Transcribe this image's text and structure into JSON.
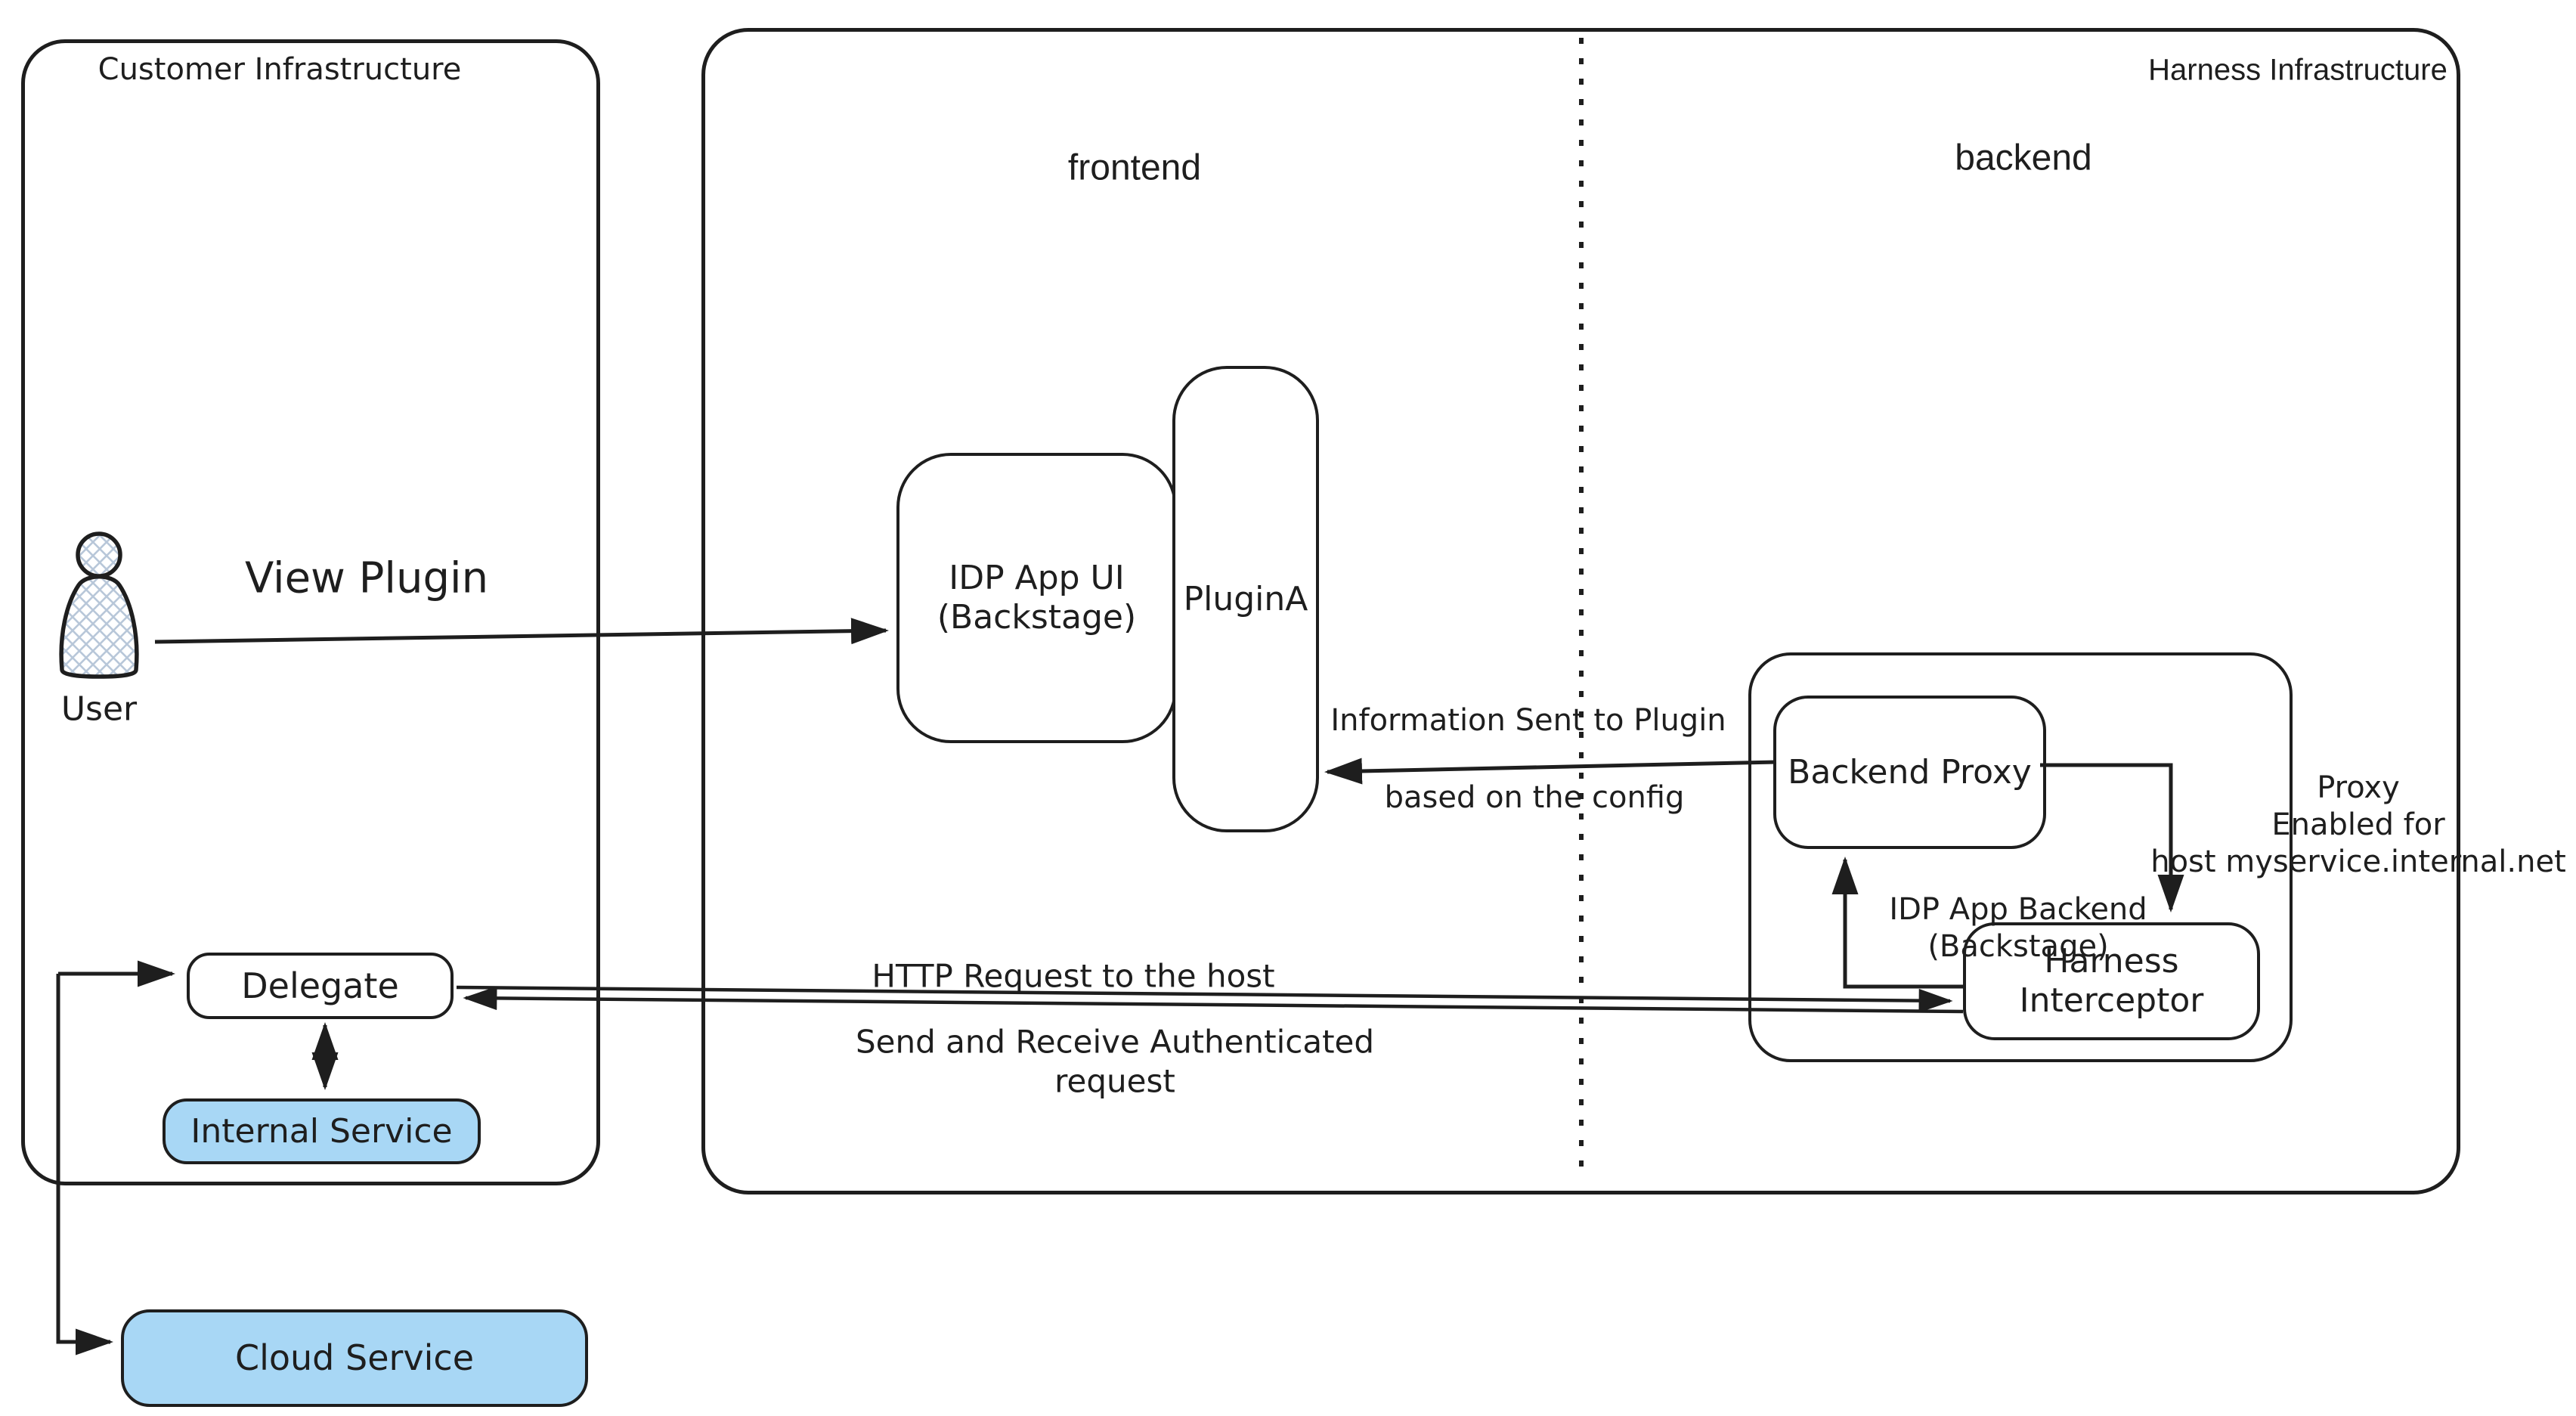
{
  "colors": {
    "stroke": "#1e1e1e",
    "blue_fill": "#a8d7f5",
    "hatch": "#b8c7d9",
    "background": "#ffffff"
  },
  "containers": {
    "customer": {
      "label": "Customer Infrastructure"
    },
    "harness": {
      "label": "Harness Infrastructure",
      "frontend_label": "frontend",
      "backend_label": "backend"
    }
  },
  "nodes": {
    "user": {
      "label": "User"
    },
    "idp_app_ui": {
      "line1": "IDP App UI",
      "line2": "(Backstage)"
    },
    "plugin_a": {
      "label": "PluginA"
    },
    "delegate": {
      "label": "Delegate"
    },
    "internal_service": {
      "label": "Internal Service"
    },
    "cloud_service": {
      "label": "Cloud Service"
    },
    "backend_proxy": {
      "label": "Backend Proxy"
    },
    "idp_app_backend": {
      "line1": "IDP App Backend",
      "line2": "(Backstage)"
    },
    "harness_interceptor": {
      "line1": "Harness",
      "line2": "Interceptor"
    }
  },
  "annotations": {
    "view_plugin": "View Plugin",
    "info_sent_line1": "Information Sent to Plugin",
    "info_sent_line2": "based on the config",
    "http_request": "HTTP Request to the host",
    "send_receive_line1": "Send and Receive Authenticated",
    "send_receive_line2": "request",
    "proxy_line1": "Proxy",
    "proxy_line2": "Enabled for",
    "proxy_line3": "host myservice.internal.net"
  }
}
